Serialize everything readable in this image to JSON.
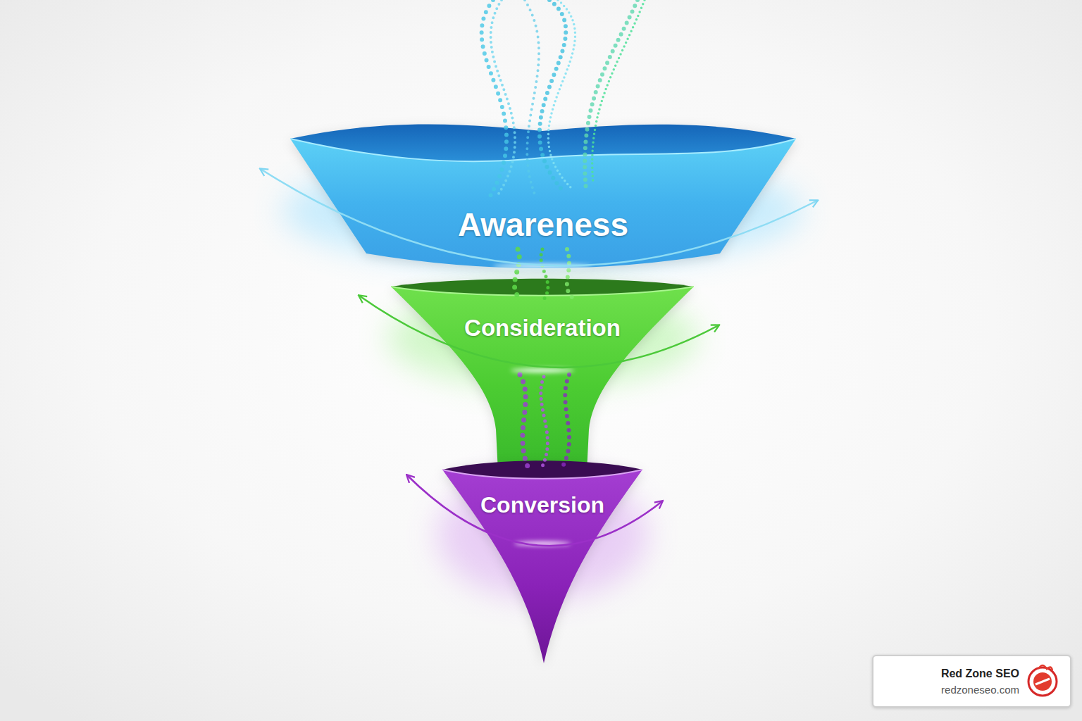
{
  "diagram": {
    "nodes": [
      {
        "text": [
          "Awareness"
        ]
      },
      {
        "text": [
          "Consideration"
        ]
      },
      {
        "text": [
          "Conversion"
        ]
      },
      {
        "text": [
          "Red Zone SEO",
          "redzoneseo.com"
        ]
      }
    ]
  }
}
